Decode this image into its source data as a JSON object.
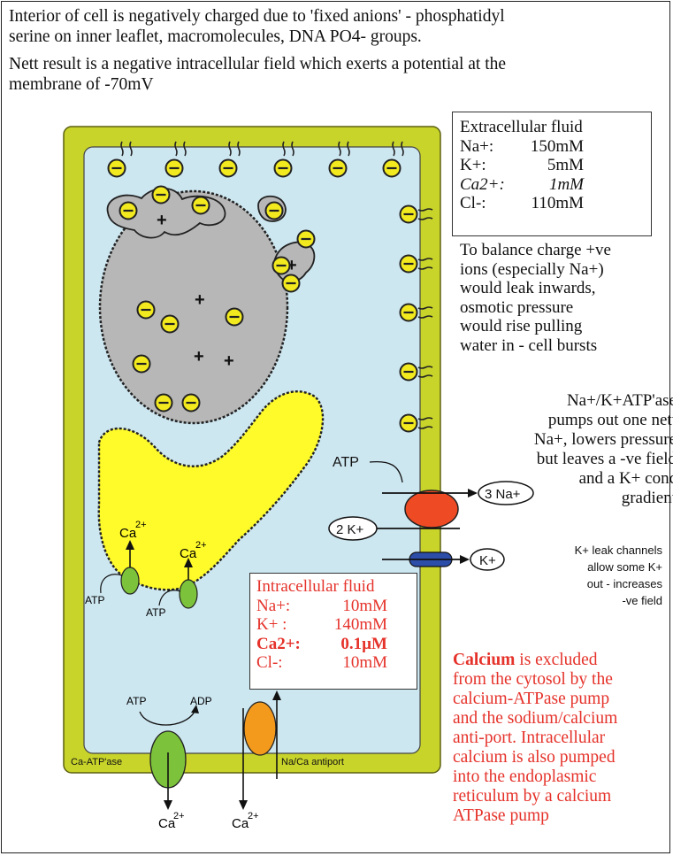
{
  "intro": {
    "line1": "Interior of cell is negatively charged due to 'fixed anions' - phosphatidyl",
    "line2": "serine on inner leaflet, macromolecules, DNA PO4- groups.",
    "line3": "Nett result is a negative intracellular field which exerts a potential at the",
    "line4": "membrane of -70mV"
  },
  "extracellular": {
    "title": "Extracellular fluid",
    "rows": [
      {
        "ion": "Na+:",
        "value": "150mM"
      },
      {
        "ion": "K+:",
        "value": "5mM"
      },
      {
        "ion": "Ca2+:",
        "value": "1mM"
      },
      {
        "ion": "Cl-:",
        "value": "110mM"
      }
    ]
  },
  "balance_text": [
    "To balance charge +ve",
    "ions (especially Na+)",
    "would leak inwards,",
    "osmotic pressure",
    "would rise pulling",
    "water in - cell bursts"
  ],
  "pump_text": [
    "Na+/K+ATP'ase",
    "pumps out one nett",
    "Na+, lowers pressure",
    "but leaves a -ve field",
    "and a K+ conc",
    "gradient"
  ],
  "leak_text": [
    "K+ leak channels",
    "allow some K+",
    "out - increases",
    "-ve field"
  ],
  "intracellular": {
    "title": "Intracellular fluid",
    "rows": [
      {
        "ion": "Na+:",
        "value": "10mM"
      },
      {
        "ion": "K+ :",
        "value": "140mM"
      },
      {
        "ion": "Ca2+:",
        "value": "0.1µM"
      },
      {
        "ion": "Cl-:",
        "value": "10mM"
      }
    ]
  },
  "calcium_text": {
    "bold": "Calcium",
    "line1_rest": " is excluded",
    "lines": [
      "from the cytosol by the",
      "calcium-ATPase pump",
      "and the sodium/calcium",
      "anti-port. Intracellular",
      "calcium is also pumped",
      "into the endoplasmic",
      "reticulum by a calcium",
      "ATPase pump"
    ]
  },
  "labels": {
    "atp": "ATP",
    "adp": "ADP",
    "na_out": "3  Na+",
    "k_in": "2  K+",
    "k_leak": "K+",
    "ca": "Ca",
    "ca_sup": "2+",
    "na": "Na",
    "na_sup": "+",
    "ca_atpase": "Ca-ATP'ase",
    "na_ca_antiport": "Na/Ca antiport"
  },
  "colors": {
    "membrane": "#c8d42a",
    "cytosol": "#cde7f1",
    "organelle": "#b7b7b7",
    "er": "#fffa2a",
    "anion": "#f2ea1e",
    "na_k_pump": "#ee4a24",
    "k_channel": "#2c4ea8",
    "ca_pump": "#7cc23a",
    "antiporter": "#f39a1d",
    "red_text": "#e5322a"
  }
}
